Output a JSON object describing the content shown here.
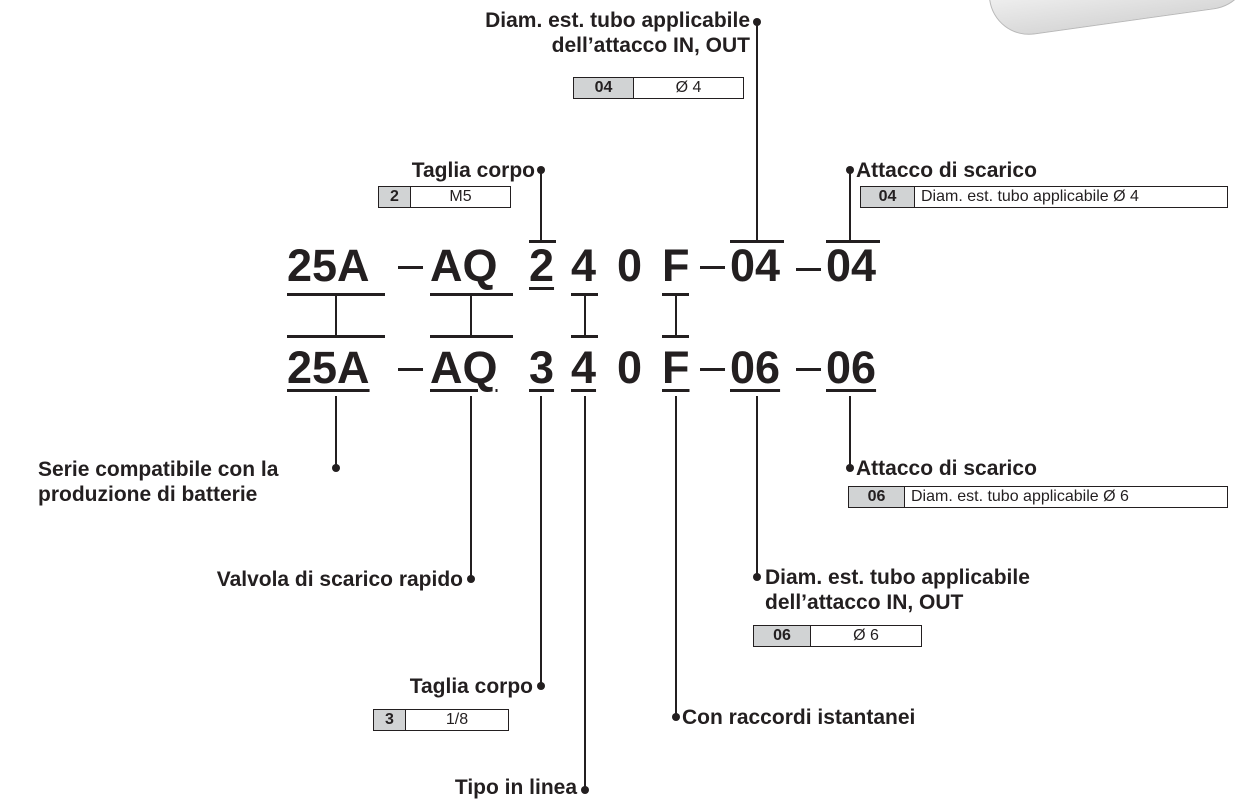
{
  "row1": {
    "series": "25A",
    "sep1": "–",
    "valve": "AQ",
    "size": "2",
    "type": "4",
    "zero": "0",
    "fitting": "F",
    "sep2": "–",
    "inout": "04",
    "sep3": "–",
    "exhaust": "04"
  },
  "row2": {
    "series": "25A",
    "sep1": "–",
    "valve": "AQ",
    "size": "3",
    "type": "4",
    "zero": "0",
    "fitting": "F",
    "sep2": "–",
    "inout": "06",
    "sep3": "–",
    "exhaust": "06"
  },
  "labels": {
    "top_inout_1": "Diam. est. tubo applicabile",
    "top_inout_2": "dell’attacco IN, OUT",
    "top_size": "Taglia corpo",
    "top_exhaust": "Attacco di scarico",
    "series_1": "Serie compatibile con la",
    "series_2": "produzione di batterie",
    "valve": "Valvola di scarico rapido",
    "bottom_size": "Taglia corpo",
    "inline": "Tipo in linea",
    "fitting": "Con raccordi istantanei",
    "bottom_inout_1": "Diam. est. tubo applicabile",
    "bottom_inout_2": "dell’attacco IN, OUT",
    "bottom_exhaust": "Attacco di scarico"
  },
  "tables": {
    "top_inout": {
      "code": "04",
      "value": "Ø 4"
    },
    "top_size": {
      "code": "2",
      "value": "M5"
    },
    "top_exhaust": {
      "code": "04",
      "value": "Diam. est. tubo applicabile Ø 4"
    },
    "bottom_size": {
      "code": "3",
      "value": "1/8"
    },
    "bottom_inout": {
      "code": "06",
      "value": "Ø 6"
    },
    "bottom_exhaust": {
      "code": "06",
      "value": "Diam. est. tubo applicabile Ø 6"
    }
  }
}
